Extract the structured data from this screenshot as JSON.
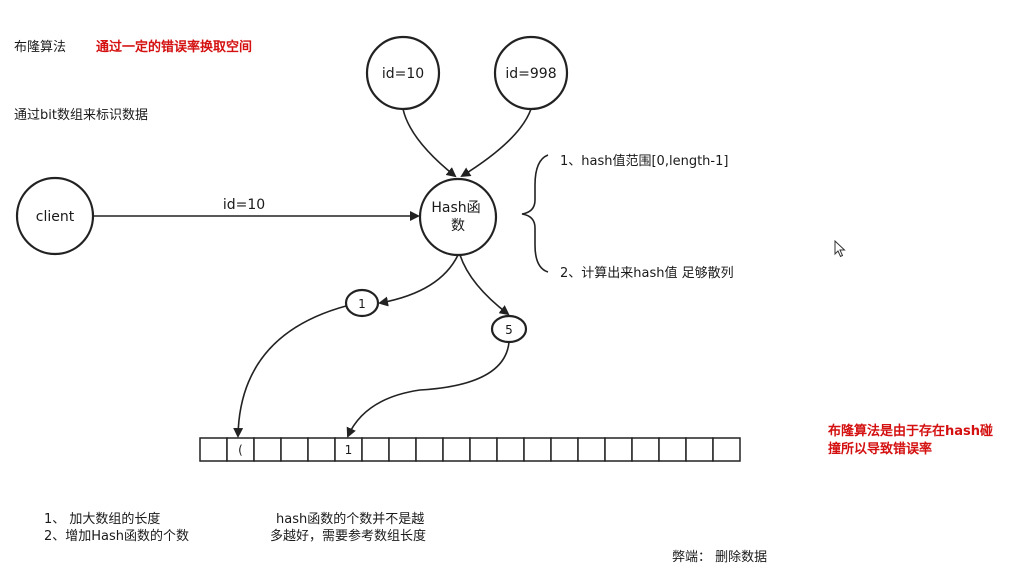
{
  "title": "布隆算法",
  "subtitle_red": "通过一定的错误率换取空间",
  "description": "通过bit数组来标识数据",
  "nodes": {
    "id10": "id=10",
    "id998": "id=998",
    "client": "client",
    "hash_line1": "Hash函",
    "hash_line2": "数",
    "edge_label": "id=10",
    "out1": "1",
    "out5": "5"
  },
  "notes": {
    "note1": "1、hash值范围[0,length-1]",
    "note2": "2、计算出来hash值 足够散列"
  },
  "array": {
    "cell_count": 20,
    "marks": [
      {
        "index": 1,
        "label": "("
      },
      {
        "index": 5,
        "label": "1"
      }
    ]
  },
  "right_note_red": {
    "line1": "布隆算法是由于存在hash碰",
    "line2": "撞所以导致错误率"
  },
  "bottom_left": {
    "line1": "1、 加大数组的长度",
    "line2": "2、增加Hash函数的个数"
  },
  "bottom_mid": {
    "line1": "hash函数的个数并不是越",
    "line2": "多越好，需要参考数组长度"
  },
  "drawback": "弊端：  删除数据"
}
